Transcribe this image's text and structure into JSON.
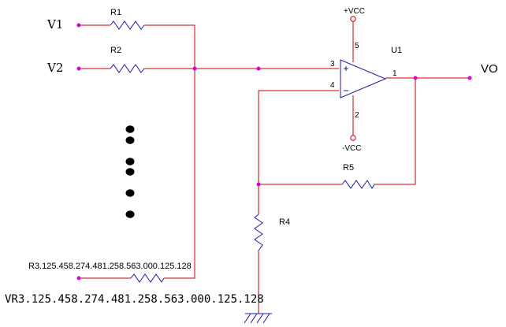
{
  "colors": {
    "wire": "#cc0000",
    "component": "#1a1aa8",
    "node": "#dd00dd",
    "dot": "#000000",
    "text": "#000000"
  },
  "inputs": {
    "v1": "V1",
    "v2": "V2",
    "vr3": "VR3.125.458.274.481.258.563.000.125.128"
  },
  "output": {
    "vo": "VO"
  },
  "resistors": {
    "r1": "R1",
    "r2": "R2",
    "r3": "R3.125.458.274.481.258.563.000.125.128",
    "r4": "R4",
    "r5": "R5"
  },
  "opamp": {
    "ref": "U1",
    "pin_noninv": "3",
    "pin_inv": "4",
    "pin_vpos": "5",
    "pin_vneg": "2",
    "pin_out": "1",
    "vcc_pos": "+VCC",
    "vcc_neg": "-VCC"
  }
}
